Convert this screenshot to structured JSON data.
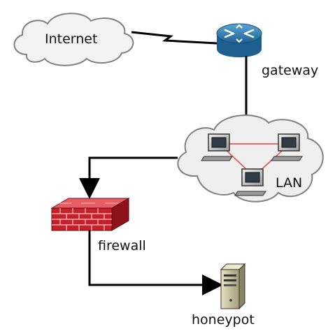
{
  "diagram": {
    "nodes": {
      "internet": {
        "label": "Internet",
        "icon": "cloud-icon"
      },
      "gateway": {
        "label": "gateway",
        "icon": "router-icon"
      },
      "lan": {
        "label": "LAN",
        "icon": "cloud-icon"
      },
      "firewall": {
        "label": "firewall",
        "icon": "brick-firewall-icon"
      },
      "honeypot": {
        "label": "honeypot",
        "icon": "server-tower-icon"
      }
    },
    "colors": {
      "cloud_fill": "#f2f2f2",
      "cloud_stroke": "#7a7a7a",
      "router_blue": "#2a78b0",
      "firewall_red": "#c8202a",
      "lan_link": "#e04040",
      "server_beige": "#d8d2b0",
      "connector": "#000000"
    }
  }
}
